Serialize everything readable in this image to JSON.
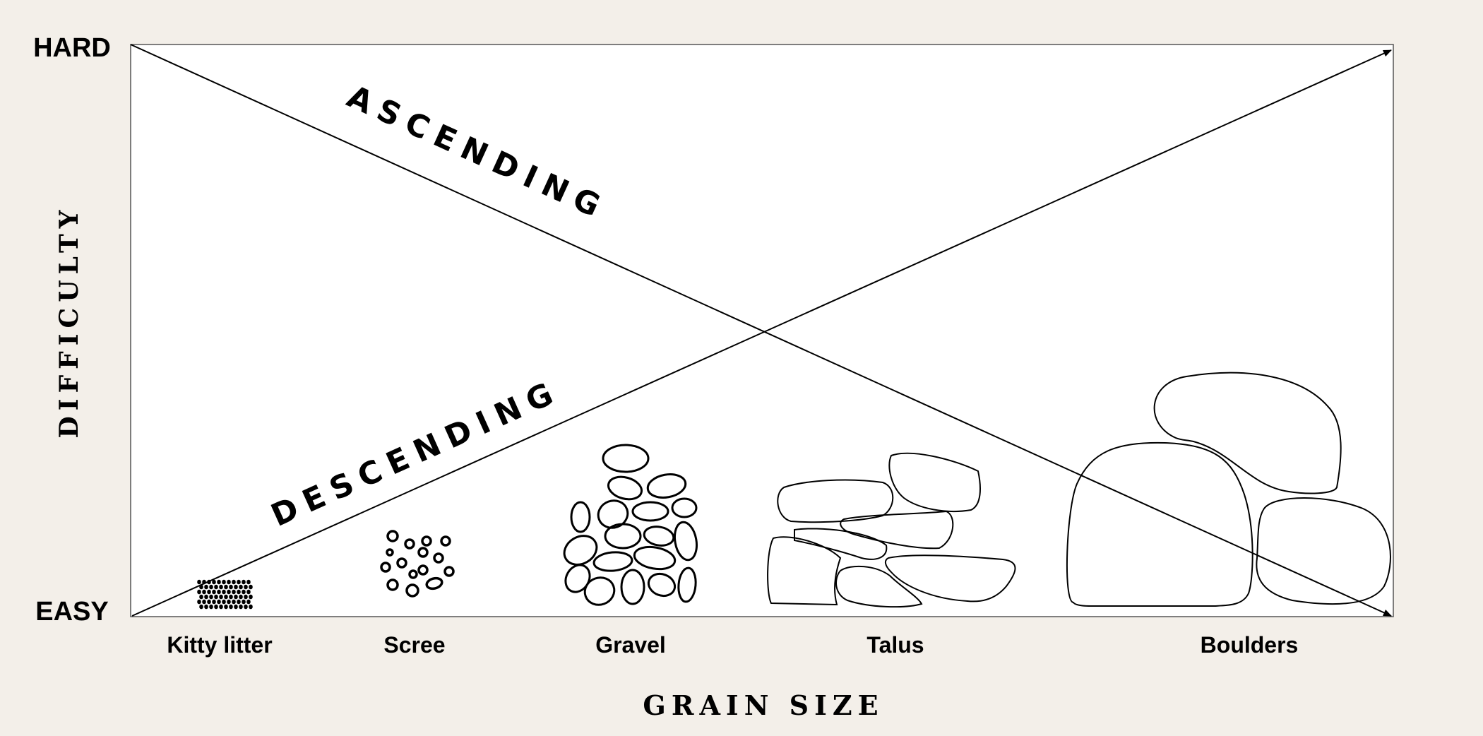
{
  "diagram": {
    "y_axis": {
      "title": "DIFFICULTY",
      "top_label": "HARD",
      "bottom_label": "EASY"
    },
    "x_axis": {
      "title": "GRAIN SIZE",
      "categories": [
        "Kitty litter",
        "Scree",
        "Gravel",
        "Talus",
        "Boulders"
      ]
    },
    "lines": [
      {
        "label": "ASCENDING",
        "from": "hard at smallest grain",
        "to": "easy at largest grain"
      },
      {
        "label": "DESCENDING",
        "from": "easy at smallest grain",
        "to": "hard at largest grain"
      }
    ],
    "colors": {
      "background": "#f3efe9",
      "plot": "#ffffff",
      "ink": "#000000"
    }
  }
}
